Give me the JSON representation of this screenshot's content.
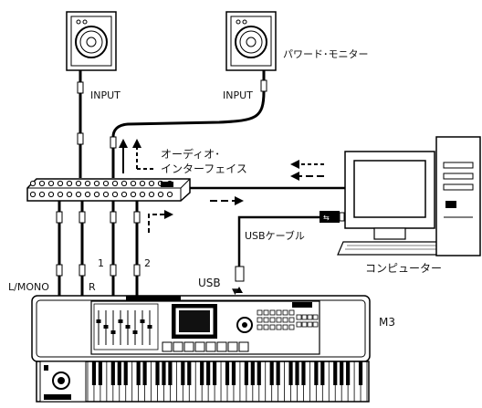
{
  "labels": {
    "monitor_left_input": "INPUT",
    "monitor_right_input": "INPUT",
    "powered_monitors": "パワード･モニター",
    "audio_interface_line1": "オーディオ･",
    "audio_interface_line2": "インターフェイス",
    "usb_cable": "USBケーブル",
    "computer": "コンピューター",
    "l_mono": "L/MONO",
    "r": "R",
    "out_1": "1",
    "out_2": "2",
    "usb_port": "USB",
    "keyboard_name": "M3"
  }
}
